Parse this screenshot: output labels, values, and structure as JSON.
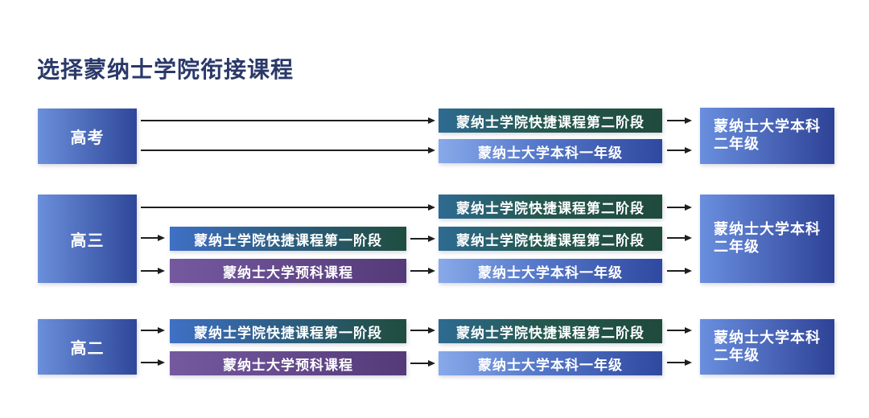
{
  "title": "选择蒙纳士学院衔接课程",
  "groups": [
    {
      "label": "高考",
      "paths": [
        {
          "step2": "蒙纳士学院快捷课程第二阶段"
        },
        {
          "step2": "蒙纳士大学本科一年级"
        }
      ],
      "destination": [
        "蒙纳士大学本科",
        "二年级"
      ]
    },
    {
      "label": "高三",
      "paths": [
        {
          "step2": "蒙纳士学院快捷课程第二阶段"
        },
        {
          "step1": "蒙纳士学院快捷课程第一阶段",
          "step2": "蒙纳士学院快捷课程第二阶段"
        },
        {
          "step1": "蒙纳士大学预科课程",
          "step2": "蒙纳士大学本科一年级"
        }
      ],
      "destination": [
        "蒙纳士大学本科",
        "二年级"
      ]
    },
    {
      "label": "高二",
      "paths": [
        {
          "step1": "蒙纳士学院快捷课程第一阶段",
          "step2": "蒙纳士学院快捷课程第二阶段"
        },
        {
          "step1": "蒙纳士大学预科课程",
          "step2": "蒙纳士大学本科一年级"
        }
      ],
      "destination": [
        "蒙纳士大学本科",
        "二年级"
      ]
    }
  ],
  "colors": {
    "title": "#2b3969",
    "arrow": "#1e1e1e",
    "entry_start": "#6a8fdb",
    "entry_end": "#2f4799",
    "dest_start": "#6a8fdf",
    "dest_end": "#2e4296",
    "diploma_stage1_start": "#3f70c6",
    "diploma_stage1_end": "#1f4d3e",
    "diploma_stage2_start": "#2e6b92",
    "diploma_stage2_end": "#1f4a3c",
    "bachelor_year1_start": "#88aaea",
    "bachelor_year1_end": "#2f49a0",
    "foundation_start": "#74599f",
    "foundation_end": "#553a79"
  }
}
